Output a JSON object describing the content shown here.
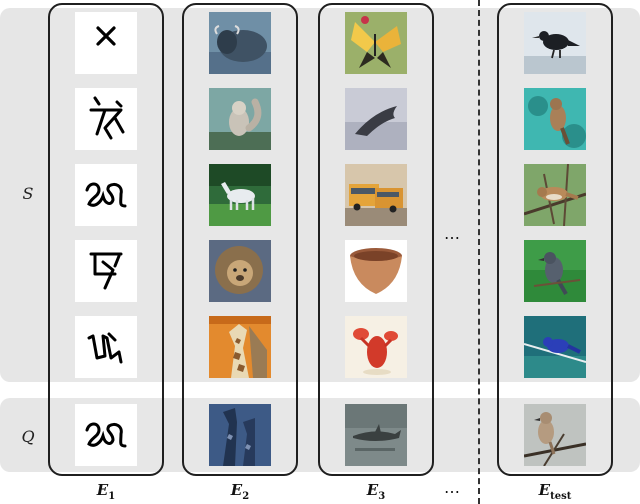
{
  "row_labels": {
    "support": "S",
    "query": "Q"
  },
  "columns": [
    {
      "label_main": "E",
      "label_sub": "1"
    },
    {
      "label_main": "E",
      "label_sub": "2"
    },
    {
      "label_main": "E",
      "label_sub": "3"
    },
    {
      "label_main": "E",
      "label_sub": "test"
    }
  ],
  "ellipsis": "⋯",
  "colors": {
    "band": "#e6e6e6",
    "frame": "#1f1f1f",
    "ink": "#111111"
  },
  "images": {
    "E1": [
      "glyph-x",
      "glyph-char-2",
      "glyph-char-3",
      "glyph-char-4",
      "glyph-char-5",
      "glyph-char-3-query"
    ],
    "E2": [
      "yak",
      "squirrel",
      "horse",
      "lion",
      "giraffe",
      "giraffe-query"
    ],
    "E3": [
      "butterfly",
      "dolphin",
      "school-bus",
      "bowl",
      "lobster",
      "shark"
    ],
    "Etest": [
      "crow",
      "thrush",
      "sparrow",
      "finch",
      "bluebird",
      "wren"
    ]
  }
}
